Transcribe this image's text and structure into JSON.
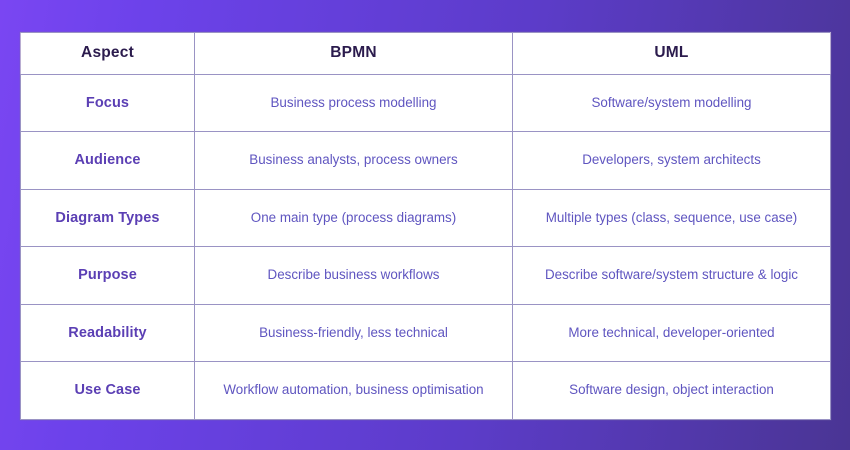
{
  "slide": {
    "background_start": "#7a46f2",
    "background_end": "#4a3594",
    "header_bg": "#fcd94f",
    "header_text_color": "#2b1b4d",
    "aspect_text_color": "#5b3fb4",
    "body_text_color": "#5f55c0",
    "border_color": "#9a93c4"
  },
  "table": {
    "headers": [
      "Aspect",
      "BPMN",
      "UML"
    ],
    "rows": [
      {
        "aspect": "Focus",
        "bpmn": "Business process modelling",
        "uml": "Software/system modelling"
      },
      {
        "aspect": "Audience",
        "bpmn": "Business analysts, process owners",
        "uml": "Developers, system architects"
      },
      {
        "aspect": "Diagram Types",
        "bpmn": "One main type (process diagrams)",
        "uml": "Multiple types (class, sequence, use case)"
      },
      {
        "aspect": "Purpose",
        "bpmn": "Describe business workflows",
        "uml": "Describe software/system structure & logic"
      },
      {
        "aspect": "Readability",
        "bpmn": "Business-friendly, less technical",
        "uml": "More technical, developer-oriented"
      },
      {
        "aspect": "Use Case",
        "bpmn": "Workflow automation, business optimisation",
        "uml": "Software design, object interaction"
      }
    ]
  }
}
